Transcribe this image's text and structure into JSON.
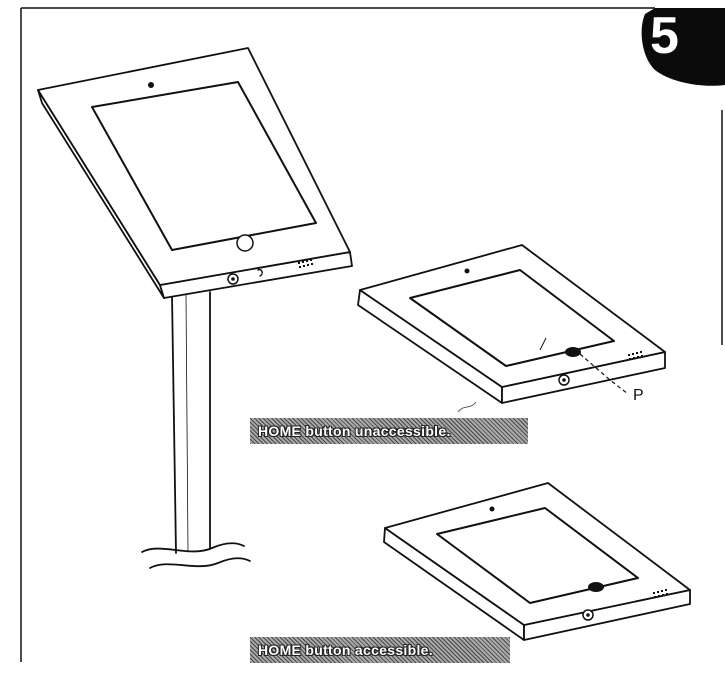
{
  "step_number": "5",
  "callout_letter": "P",
  "captions": {
    "unaccessible": "HOME button unaccessible.",
    "accessible": "HOME button accessible."
  },
  "colors": {
    "line": "#111111",
    "badge": "#0b0b0b",
    "caption_text": "#ffffff"
  }
}
